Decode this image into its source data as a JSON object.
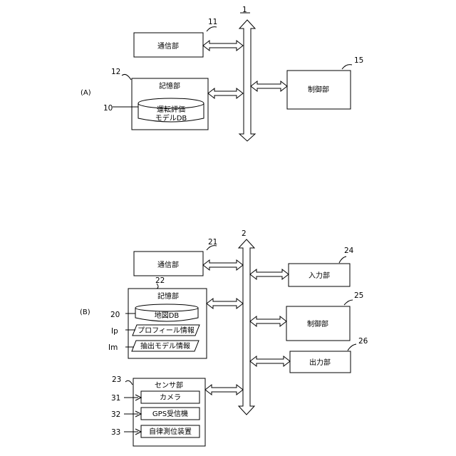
{
  "figure_a": {
    "panel_label": "(A)",
    "bus_ref": "1",
    "comm": {
      "ref": "11",
      "label": "通信部"
    },
    "storage": {
      "ref": "12",
      "title": "記憶部"
    },
    "db": {
      "ref": "10",
      "line1": "運転評価",
      "line2": "モデルDB"
    },
    "control": {
      "ref": "15",
      "label": "制御部"
    }
  },
  "figure_b": {
    "panel_label": "(B)",
    "bus_ref": "2",
    "comm": {
      "ref": "21",
      "label": "通信部"
    },
    "storage": {
      "ref": "22",
      "title": "記憶部"
    },
    "map_db": {
      "ref": "20",
      "label": "地図DB"
    },
    "profile": {
      "ref": "Ip",
      "label": "プロフィール情報"
    },
    "extract_model": {
      "ref": "Im",
      "label": "抽出モデル情報"
    },
    "input": {
      "ref": "24",
      "label": "入力部"
    },
    "control": {
      "ref": "25",
      "label": "制御部"
    },
    "output": {
      "ref": "26",
      "label": "出力部"
    },
    "sensor": {
      "ref": "23",
      "title": "センサ部"
    },
    "camera": {
      "ref": "31",
      "label": "カメラ"
    },
    "gps": {
      "ref": "32",
      "label": "GPS受信機"
    },
    "autonomous": {
      "ref": "33",
      "label": "自律測位装置"
    }
  }
}
